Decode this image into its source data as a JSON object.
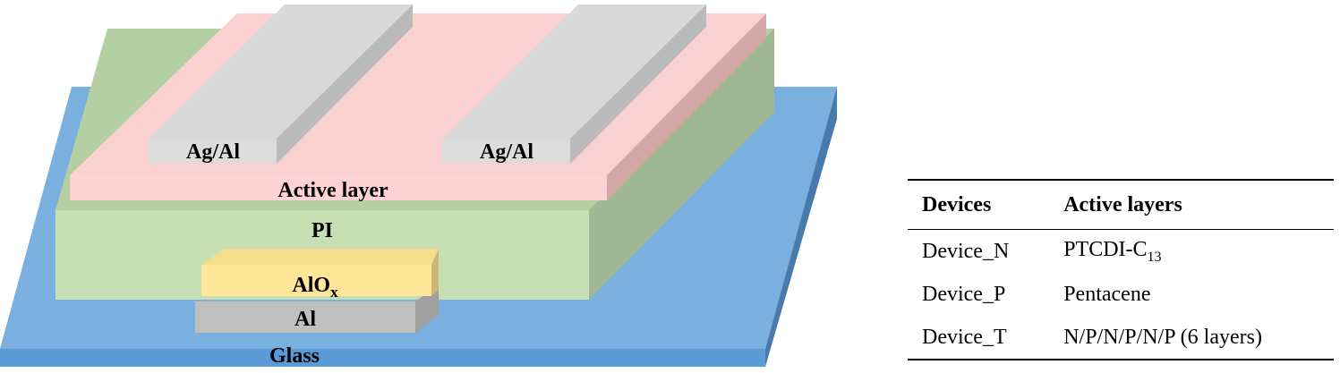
{
  "diagram": {
    "layers": {
      "glass": "Glass",
      "al": "Al",
      "aloxide_base": "AlO",
      "aloxide_sub": "x",
      "pi": "PI",
      "active": "Active layer",
      "electrode_left": "Ag/Al",
      "electrode_right": "Ag/Al"
    },
    "colors": {
      "glass_top": "#79b0e0",
      "glass_front": "#5b9bd5",
      "glass_side": "#477bae",
      "pi_front": "#c6e0b4",
      "pi_side": "#9fb792",
      "active_front": "#fed2d2",
      "active_side": "#d4a7a7",
      "aloxide_front": "#ffe699",
      "al_front": "#bfbfbf",
      "electrode_front": "#dcdcdc",
      "electrode_side": "#bababa"
    }
  },
  "table": {
    "headers": {
      "devices": "Devices",
      "active_layers": "Active layers"
    },
    "rows": [
      {
        "device": "Device_N",
        "layer_base": "PTCDI-C",
        "layer_sub": "13"
      },
      {
        "device": "Device_P",
        "layer_base": "Pentacene",
        "layer_sub": ""
      },
      {
        "device": "Device_T",
        "layer_base": "N/P/N/P/N/P (6 layers)",
        "layer_sub": ""
      }
    ]
  }
}
